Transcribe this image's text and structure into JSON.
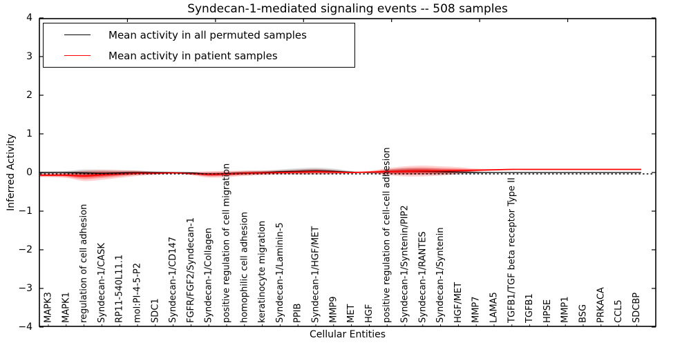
{
  "title": "Syndecan-1-mediated signaling events -- 508 samples",
  "legend": [
    {
      "label": "Mean activity in all permuted samples",
      "color": "#000000"
    },
    {
      "label": "Mean activity in patient samples",
      "color": "#ff0000"
    }
  ],
  "axes": {
    "xlabel": "Cellular Entities",
    "ylabel": "Inferred Activity",
    "yticks": [
      "4",
      "3",
      "2",
      "1",
      "0",
      "−1",
      "−2",
      "−3",
      "−4"
    ]
  },
  "chart_data": {
    "type": "line",
    "title": "Syndecan-1-mediated signaling events -- 508 samples",
    "xlabel": "Cellular Entities",
    "ylabel": "Inferred Activity",
    "ylim": [
      -4,
      4
    ],
    "grid": false,
    "legend_position": "upper left",
    "categories": [
      "MAPK3",
      "MAPK1",
      "regulation of cell adhesion",
      "Syndecan-1/CASK",
      "RP11-540L11.1",
      "mol:PI-4-5-P2",
      "SDC1",
      "Syndecan-1/CD147",
      "FGFR/FGF2/Syndecan-1",
      "Syndecan-1/Collagen",
      "positive regulation of cell migration",
      "homophilic cell adhesion",
      "keratinocyte migration",
      "Syndecan-1/Laminin-5",
      "PPIB",
      "Syndecan-1/HGF/MET",
      "MMP9",
      "MET",
      "HGF",
      "positive regulation of cell-cell adhesion",
      "Syndecan-1/Syntenin/PIP2",
      "Syndecan-1/RANTES",
      "Syndecan-1/Syntenin",
      "HGF/MET",
      "MMP7",
      "LAMA5",
      "TGFB1/TGF beta receptor Type II",
      "TGFB1",
      "HPSE",
      "MMP1",
      "BSG",
      "PRKACA",
      "CCL5",
      "SDCBP"
    ],
    "series": [
      {
        "name": "Mean activity in all permuted samples",
        "color": "#000000",
        "style": "solid",
        "values": [
          0,
          0,
          -0.01,
          -0.02,
          -0.01,
          0,
          0,
          0,
          -0.01,
          -0.04,
          -0.03,
          -0.01,
          0,
          0.02,
          0.03,
          0.04,
          0.03,
          0.01,
          0,
          0.02,
          0.03,
          0.03,
          0.02,
          0.01,
          0,
          0,
          0,
          0,
          0,
          0,
          0,
          0,
          0,
          0
        ]
      },
      {
        "name": "Mean activity in patient samples",
        "color": "#ff0000",
        "style": "solid",
        "values": [
          -0.07,
          -0.07,
          -0.09,
          -0.06,
          -0.04,
          -0.02,
          -0.02,
          -0.01,
          -0.03,
          -0.05,
          -0.04,
          -0.02,
          -0.01,
          0,
          0.01,
          0.02,
          0.01,
          0,
          0.01,
          0.02,
          0.03,
          0.04,
          0.04,
          0.05,
          0.06,
          0.07,
          0.08,
          0.08,
          0.08,
          0.08,
          0.08,
          0.08,
          0.08,
          0.08
        ]
      }
    ],
    "zero_line": {
      "value": 0,
      "color": "#000000",
      "style": "dotted"
    },
    "bands": [
      {
        "name": "Permuted samples activity spread",
        "color": "#000000",
        "center_series": 0,
        "halfwidths": [
          0.03,
          0.04,
          0.09,
          0.09,
          0.07,
          0.05,
          0.03,
          0.015,
          0.03,
          0.05,
          0.05,
          0.05,
          0.05,
          0.06,
          0.08,
          0.09,
          0.07,
          0.03,
          0.02,
          0.06,
          0.09,
          0.09,
          0.08,
          0.06,
          0.03,
          0.01,
          0.008,
          0.008,
          0.008,
          0.008,
          0.008,
          0.008,
          0.008,
          0.008
        ]
      },
      {
        "name": "Patient samples activity spread",
        "color": "#ff0000",
        "center_series": 1,
        "halfwidths": [
          0.05,
          0.07,
          0.13,
          0.13,
          0.1,
          0.07,
          0.04,
          0.02,
          0.04,
          0.08,
          0.08,
          0.07,
          0.06,
          0.05,
          0.06,
          0.07,
          0.05,
          0.02,
          0.03,
          0.09,
          0.13,
          0.14,
          0.12,
          0.09,
          0.04,
          0.02,
          0.01,
          0.01,
          0.01,
          0.01,
          0.01,
          0.01,
          0.01,
          0.01
        ]
      }
    ]
  }
}
